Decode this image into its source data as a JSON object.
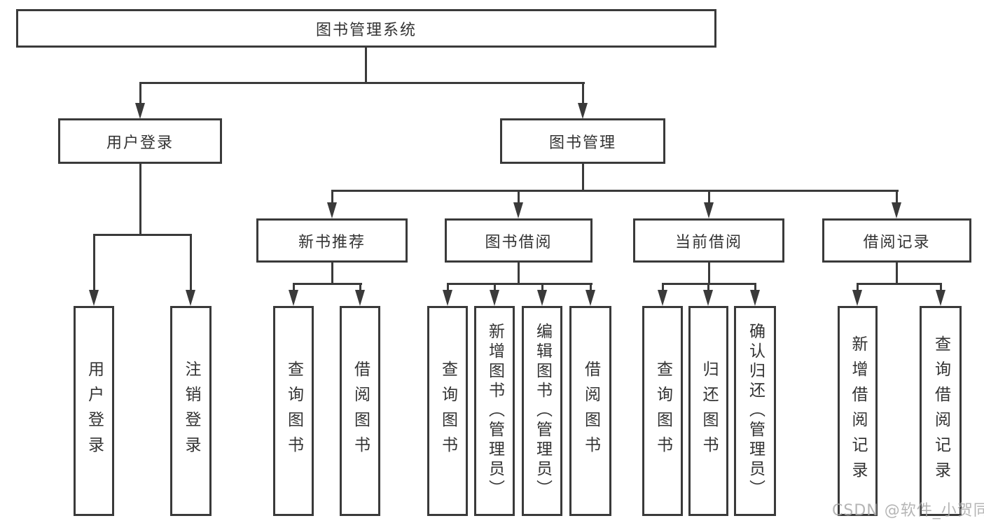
{
  "tree": {
    "root": "图书管理系统",
    "branches": [
      {
        "label": "用户登录",
        "children": [
          "用户登录",
          "注销登录"
        ]
      },
      {
        "label": "图书管理",
        "groups": [
          {
            "label": "新书推荐",
            "children": [
              "查询图书",
              "借阅图书"
            ]
          },
          {
            "label": "图书借阅",
            "children": [
              "查询图书",
              "新增图书（管理员）",
              "编辑图书（管理员）",
              "借阅图书"
            ]
          },
          {
            "label": "当前借阅",
            "children": [
              "查询图书",
              "归还图书",
              "确认归还（管理员）"
            ]
          },
          {
            "label": "借阅记录",
            "children": [
              "新增借阅记录",
              "查询借阅记录"
            ]
          }
        ]
      }
    ]
  },
  "watermark": "CSDN @软件_小贺同学",
  "colors": {
    "line": "#3a3a3a",
    "text": "#333333",
    "watermark": "#a9a9a9",
    "background": "#ffffff"
  }
}
